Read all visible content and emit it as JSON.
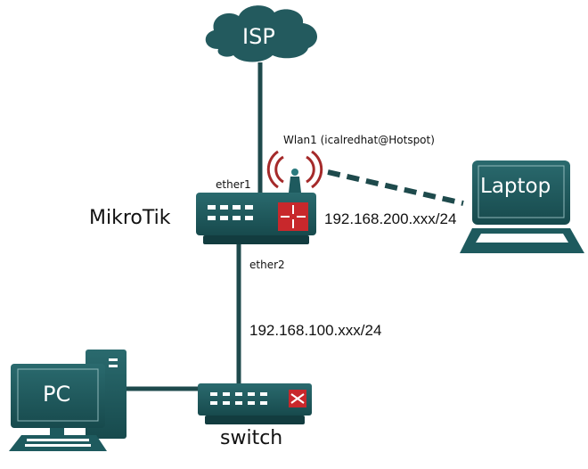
{
  "colors": {
    "device": "#1e5a5e",
    "device_dark": "#123c3f",
    "accent_red": "#c8282c",
    "line": "#1e4a4c"
  },
  "nodes": {
    "isp": {
      "label": "ISP",
      "icon": "cloud-icon"
    },
    "router": {
      "label": "MikroTik",
      "icon": "router-icon"
    },
    "laptop": {
      "label": "Laptop",
      "icon": "laptop-icon"
    },
    "switch": {
      "label": "switch",
      "icon": "switch-icon"
    },
    "pc": {
      "label": "PC",
      "icon": "desktop-pc-icon"
    }
  },
  "interfaces": {
    "ether1": "ether1",
    "ether2": "ether2",
    "wlan1": "Wlan1 (icalredhat@Hotspot)"
  },
  "networks": {
    "wlan_subnet": "192.168.200.xxx/24",
    "lan_subnet": "192.168.100.xxx/24"
  },
  "links": [
    {
      "from": "isp",
      "to": "router",
      "type": "wired",
      "interface": "ether1"
    },
    {
      "from": "router",
      "to": "laptop",
      "type": "wireless",
      "interface": "wlan1"
    },
    {
      "from": "router",
      "to": "switch",
      "type": "wired",
      "interface": "ether2"
    },
    {
      "from": "pc",
      "to": "switch",
      "type": "wired"
    }
  ]
}
